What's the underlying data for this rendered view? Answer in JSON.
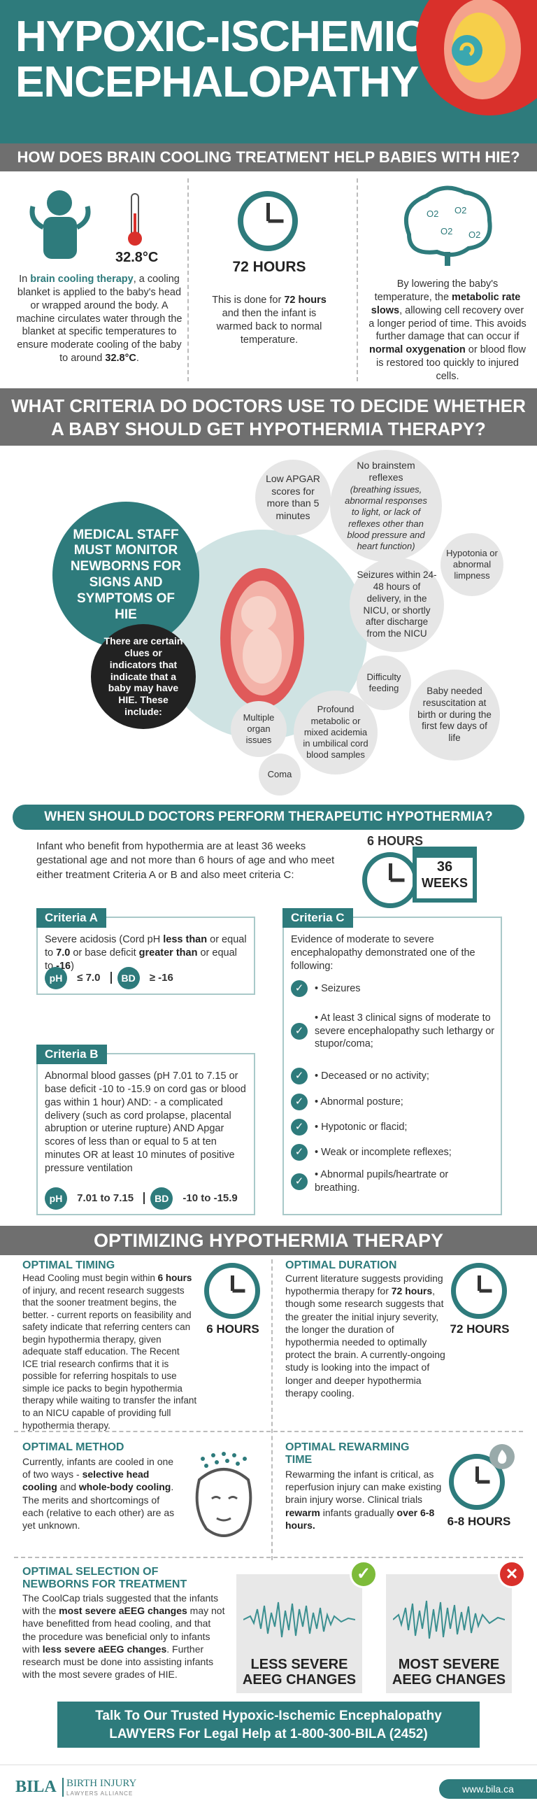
{
  "header": {
    "title_line1": "HYPOXIC-ISCHEMIC",
    "title_line2": "ENCEPHALOPATHY"
  },
  "brain_cooling": {
    "heading": "HOW DOES BRAIN COOLING TREATMENT HELP BABIES WITH HIE?",
    "temp_label": "32.8°C",
    "col1_pre": "In ",
    "col1_b1": "brain cooling therapy",
    "col1_mid": ", a cooling blanket is applied to the baby's head or wrapped around the body. A machine circulates water through the blanket at specific temperatures to ensure moderate cooling of the baby to around ",
    "col1_b2": "32.8°C",
    "col1_end": ".",
    "hours_label": "72 HOURS",
    "col2_pre": "This is done for ",
    "col2_b": "72 hours",
    "col2_end": " and then the infant is warmed back to normal temperature.",
    "col3_pre": "By lowering the baby's temperature, the ",
    "col3_b1": "metabolic rate slows",
    "col3_mid": ", allowing cell recovery over a longer period of time. This avoids further damage that can occur if ",
    "col3_b2": "normal oxygenation",
    "col3_end": " or blood flow is restored too quickly to injured cells.",
    "o2": "O2"
  },
  "criteria_heading": {
    "line1": "WHAT CRITERIA DO DOCTORS USE TO DECIDE WHETHER",
    "line2": "A BABY SHOULD GET HYPOTHERMIA THERAPY?"
  },
  "monitor": {
    "title": "MEDICAL STAFF MUST MONITOR NEWBORNS FOR SIGNS AND SYMPTOMS OF HIE",
    "sub": "There are certain clues or indicators that indicate that a baby may have HIE. These include:",
    "bubbles": [
      "Low APGAR scores for more than 5 minutes",
      "No brainstem reflexes",
      "(breathing issues, abnormal responses to light, or lack of reflexes other than blood pressure and heart function)",
      "Hypotonia or abnormal limpness",
      "Seizures within 24-48 hours of delivery, in the NICU, or shortly after discharge from the NICU",
      "Difficulty feeding",
      "Baby needed resuscitation at birth or during the first few days of life",
      "Multiple organ issues",
      "Profound metabolic or mixed acidemia in umbilical cord blood samples",
      "Coma"
    ]
  },
  "when": {
    "heading": "WHEN SHOULD DOCTORS PERFORM THERAPEUTIC HYPOTHERMIA?",
    "intro": "Infant who benefit from hypothermia are at least 36 weeks gestational age and not more than 6 hours of age and who meet either treatment Criteria A or B and also meet criteria C:",
    "hours": "6 HOURS",
    "weeks_num": "36",
    "weeks_label": "WEEKS"
  },
  "criteria_a": {
    "title": "Criteria A",
    "t1": "Severe acidosis (Cord pH ",
    "b1": "less than",
    "t2": " or equal to ",
    "b2": "7.0",
    "t3": " or base deficit ",
    "b3": "greater than",
    "t4": " or equal to ",
    "b4": "-16",
    "t5": ")",
    "ph": "pH",
    "ph_val": "≤ 7.0",
    "bd": "BD",
    "bd_val": "≥ -16"
  },
  "criteria_b": {
    "title": "Criteria B",
    "text": "Abnormal blood gasses (pH 7.01 to 7.15 or base deficit -10 to -15.9 on cord gas or blood gas within 1 hour) AND: - a complicated delivery (such as cord prolapse, placental abruption or uterine rupture) AND Apgar scores of less than or equal to 5 at ten minutes OR at least 10 minutes of positive pressure ventilation",
    "ph": "pH",
    "ph_val": "7.01 to 7.15",
    "bd": "BD",
    "bd_val": "-10 to -15.9"
  },
  "criteria_c": {
    "title": "Criteria C",
    "intro": "Evidence of moderate to severe encephalopathy demonstrated one of the following:",
    "items": [
      "• Seizures",
      "• At least 3 clinical signs of moderate to severe encephalopathy such lethargy or stupor/coma;",
      "• Deceased or no activity;",
      "• Abnormal posture;",
      "• Hypotonic or flacid;",
      "• Weak or incomplete reflexes;",
      "• Abnormal pupils/heartrate or breathing."
    ],
    "check": "✓"
  },
  "optimizing": {
    "heading": "OPTIMIZING HYPOTHERMIA THERAPY",
    "timing_h": "OPTIMAL TIMING",
    "timing_t1": "Head Cooling must begin within ",
    "timing_b": "6 hours",
    "timing_t2": " of injury, and recent research suggests that the sooner treatment begins, the better. - current reports on feasibility and safety indicate that referring centers can begin hypothermia therapy, given adequate staff education. The Recent ICE trial research confirms that it is possible for referring hospitals to use simple ice packs to begin hypothermia therapy while waiting to transfer the infant to an NICU capable of providing full hypothermia therapy.",
    "timing_clock": "6 HOURS",
    "duration_h": "OPTIMAL DURATION",
    "duration_t1": "Current literature suggests providing hypothermia therapy for ",
    "duration_b": "72 hours",
    "duration_t2": ", though some research suggests that the greater the initial injury severity, the longer the duration of hypothermia needed to optimally protect the brain. A currently-ongoing study is looking into the impact of longer and deeper hypothermia therapy cooling.",
    "duration_clock": "72 HOURS",
    "method_h": "OPTIMAL METHOD",
    "method_t1": "Currently, infants are cooled in one of two ways - ",
    "method_b1": "selective head cooling",
    "method_t2": " and ",
    "method_b2": "whole-body cooling",
    "method_t3": ". The merits and shortcomings of each (relative to each other) are as yet unknown.",
    "rewarm_h": "OPTIMAL REWARMING TIME",
    "rewarm_t1": "Rewarming the infant is critical, as reperfusion injury can make existing brain injury worse. Clinical trials ",
    "rewarm_b1": "rewarm",
    "rewarm_t2": " infants gradually ",
    "rewarm_b2": "over 6-8 hours.",
    "rewarm_clock": "6-8 HOURS",
    "selection_h": "OPTIMAL SELECTION OF NEWBORNS FOR TREATMENT",
    "sel_t1": "The CoolCap trials suggested that the infants with the ",
    "sel_b1": "most severe aEEG changes",
    "sel_t2": " may not have benefitted from head cooling, and that the procedure was beneficial only to infants with ",
    "sel_b2": "less severe aEEG changes",
    "sel_t3": ". Further research must be done into assisting infants with the most severe grades of HIE.",
    "less_line1": "LESS SEVERE",
    "less_line2": "AEEG CHANGES",
    "most_line1": "MOST SEVERE",
    "most_line2": "AEEG CHANGES",
    "check": "✓",
    "cross": "✕"
  },
  "cta": {
    "line1": "Talk To Our Trusted Hypoxic-Ischemic Encephalopathy",
    "line2": "LAWYERS For Legal Help at 1-800-300-BILA (2452)"
  },
  "footer": {
    "logo_mark": "BILA",
    "logo_text": "BIRTH INJURY",
    "logo_sub": "LAWYERS ALLIANCE",
    "url": "www.bila.ca"
  },
  "colors": {
    "teal": "#2e7b7c",
    "grey": "#6f6f6f",
    "red": "#d9302b",
    "green": "#7dbb3a"
  }
}
